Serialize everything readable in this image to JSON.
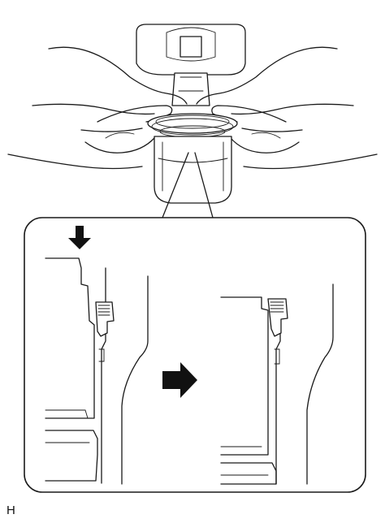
{
  "figure_label": "H",
  "arrows": {
    "push_direction": "down",
    "step_direction": "right"
  },
  "icons": [
    "arrow-down-icon",
    "arrow-right-icon"
  ],
  "colors": {
    "line": "#1a1a1a",
    "background": "#ffffff"
  }
}
